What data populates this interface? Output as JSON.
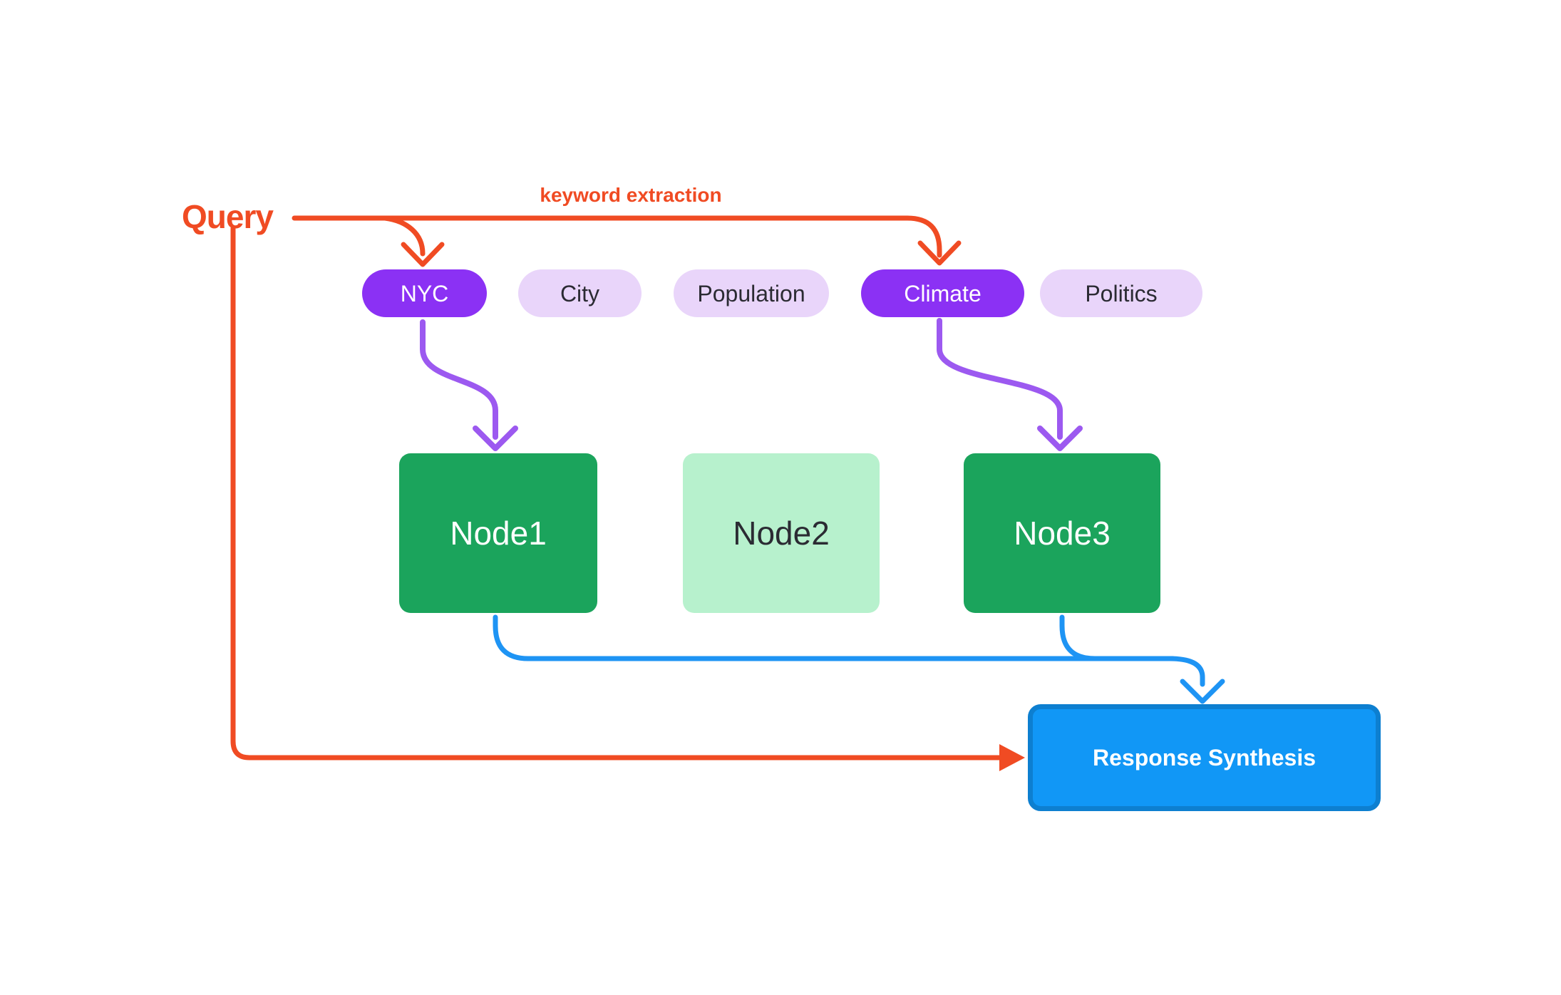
{
  "diagram": {
    "query_label": "Query",
    "extraction_label": "keyword extraction",
    "keywords": [
      {
        "label": "NYC",
        "state": "selected"
      },
      {
        "label": "City",
        "state": "unselected"
      },
      {
        "label": "Population",
        "state": "unselected"
      },
      {
        "label": "Climate",
        "state": "selected"
      },
      {
        "label": "Politics",
        "state": "unselected"
      }
    ],
    "nodes": [
      {
        "label": "Node1",
        "state": "selected"
      },
      {
        "label": "Node2",
        "state": "unselected"
      },
      {
        "label": "Node3",
        "state": "selected"
      }
    ],
    "synthesis_label": "Response Synthesis"
  },
  "colors": {
    "orange": "#F04B23",
    "purple": "#8B31F4",
    "purple-arrow": "#9C59F0",
    "lavender": "#E9D5FA",
    "green": "#1BA45C",
    "light-green": "#B7F1CD",
    "blue-fill": "#1197F6",
    "blue-border": "#0D7FD0",
    "blue-arrow": "#1E94F4",
    "dark-text": "#2B2B33",
    "white-text": "#FFFFFF"
  }
}
